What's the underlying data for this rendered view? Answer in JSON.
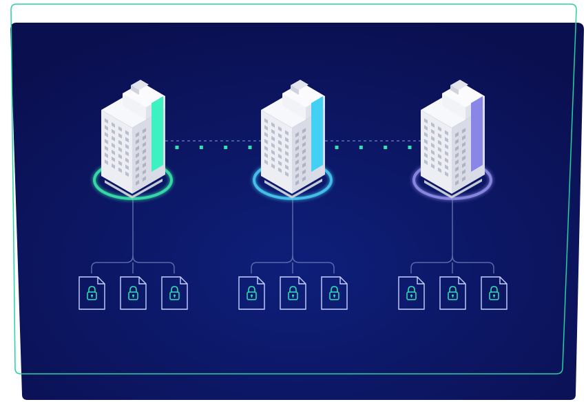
{
  "colors": {
    "frame_outline": "#22d3a1",
    "panel_center": "#0e1f7a",
    "panel_edge": "#0a0f4f",
    "connector_line": "#5a69a8",
    "dots": "#2fe3b3",
    "lock": "#2fe3b3",
    "doc_stroke": "#c9d2ff"
  },
  "buildings": [
    {
      "id": "left",
      "ring_color": "#37e3a9",
      "accent": "#3cf2c3"
    },
    {
      "id": "middle",
      "ring_color": "#44c7f0",
      "accent": "#43d0f5"
    },
    {
      "id": "right",
      "ring_color": "#8d8be6",
      "accent": "#8a86e8"
    }
  ],
  "documents_per_building": 3,
  "document_icon": "locked-document-icon",
  "link_dots_per_gap": 4
}
